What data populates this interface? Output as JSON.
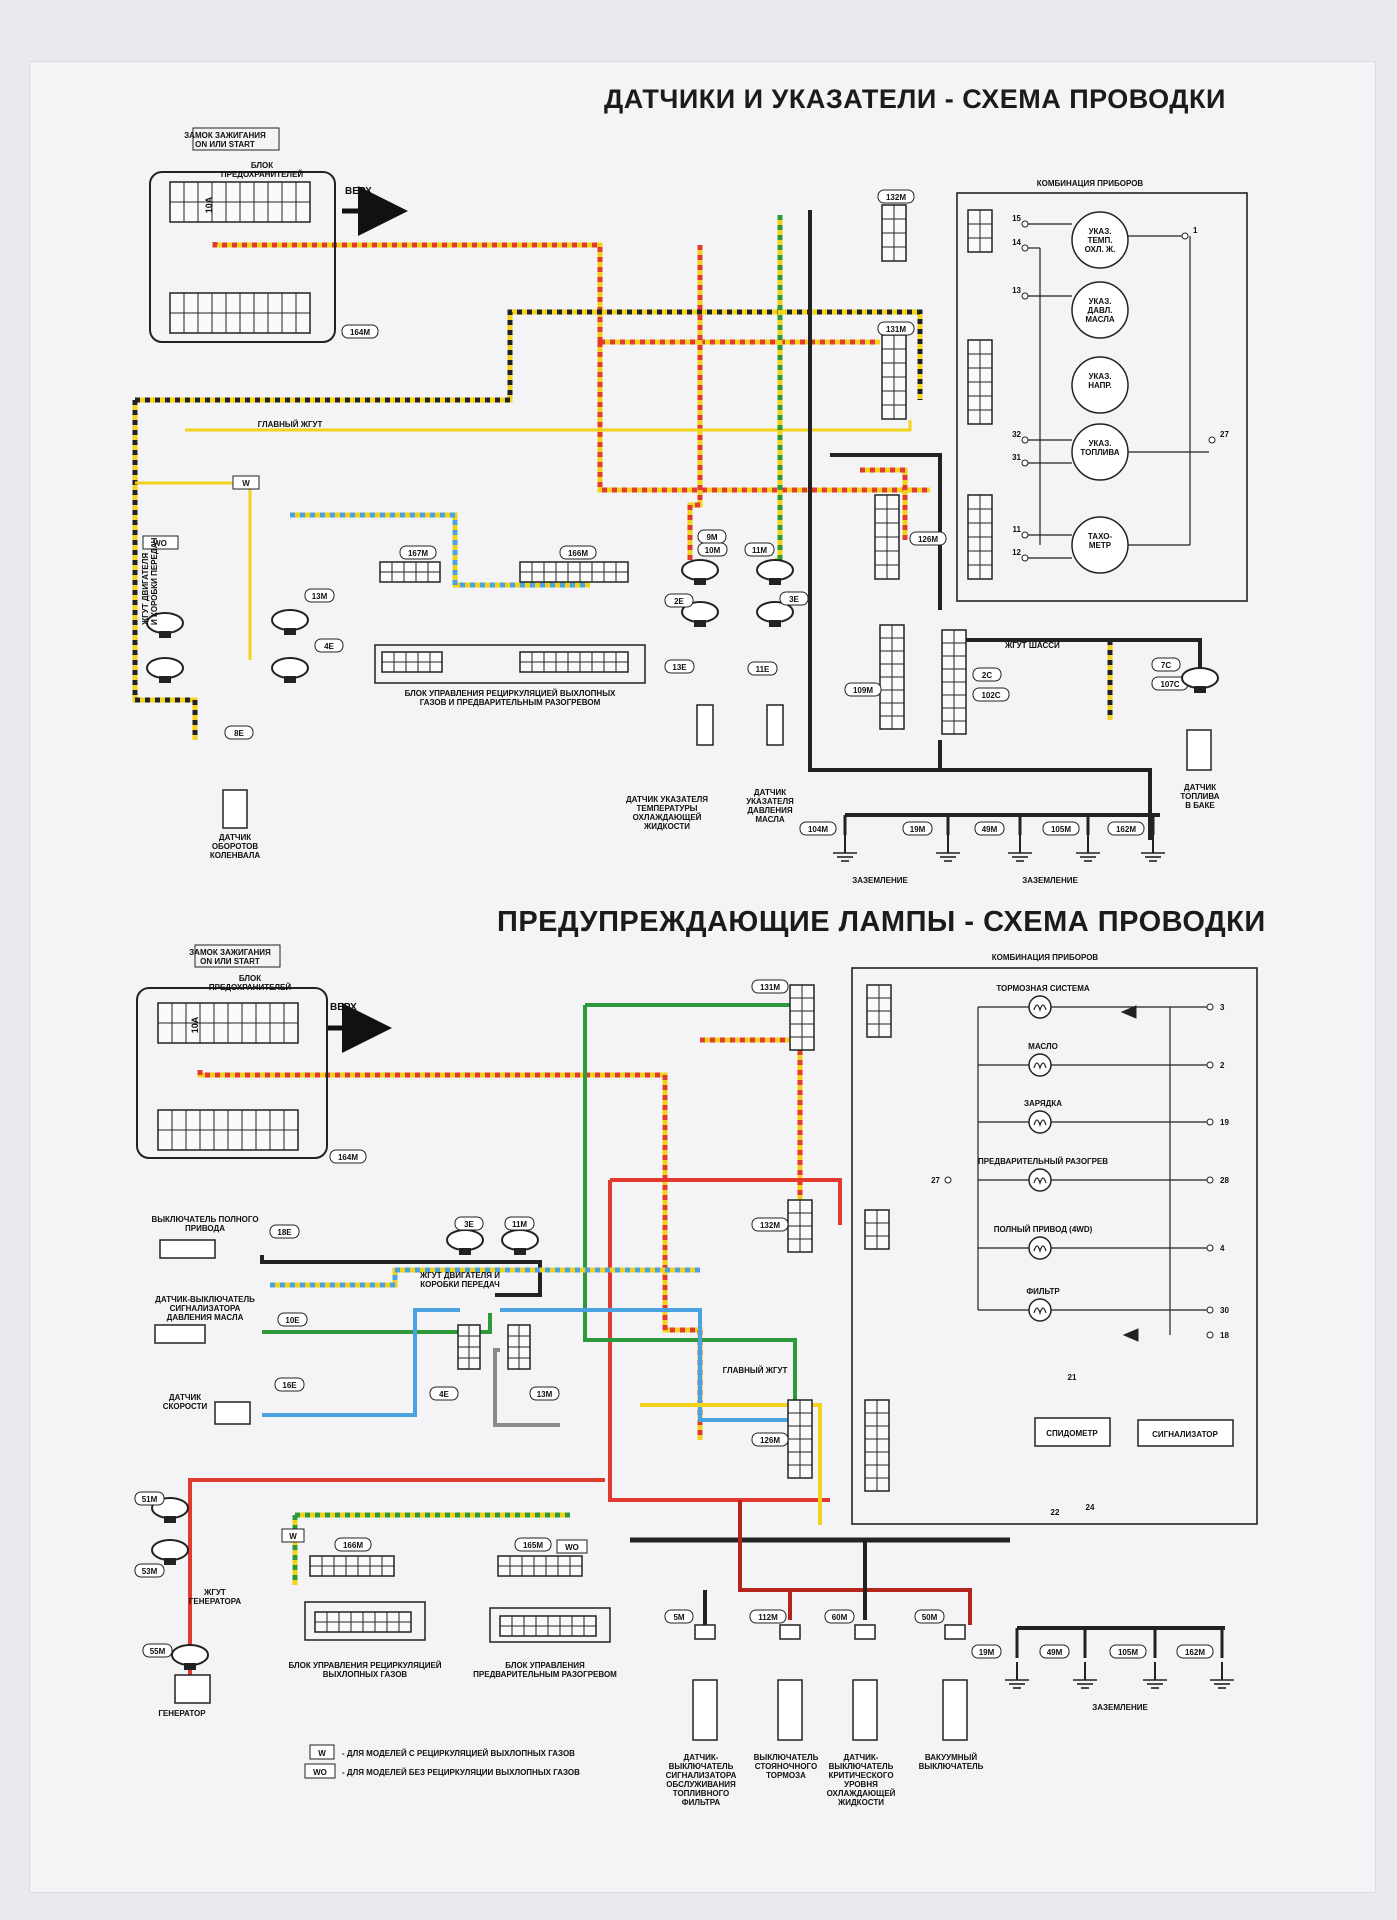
{
  "titles": {
    "gauges": "ДАТЧИКИ И УКАЗАТЕЛИ - СХЕМА ПРОВОДКИ",
    "lamps": "ПРЕДУПРЕЖДАЮЩИЕ ЛАМПЫ - СХЕМА ПРОВОДКИ"
  },
  "gauges": {
    "ignition": "ЗАМОК ЗАЖИГАНИЯ\nON ИЛИ START",
    "fuse_block": "БЛОК\nПРЕДОХРАНИТЕЛЕЙ",
    "fuse": "10А",
    "top": "ВЕРХ",
    "c164": "164M",
    "main_harness": "ГЛАВНЫЙ ЖГУТ",
    "w": "W",
    "wo": "WO",
    "c167": "167M",
    "c166": "166M",
    "c13m": "13M",
    "c4e": "4E",
    "c8e": "8E",
    "engine_harness": "ЖГУТ ДВИГАТЕЛЯ\nИ КОРОБКИ ПЕРЕДАЧ",
    "crank": "ДАТЧИК\nОБОРОТОВ\nКОЛЕНВАЛА",
    "egr_unit": "БЛОК УПРАВЛЕНИЯ РЕЦИРКУЛЯЦИЕЙ ВЫХЛОПНЫХ\nГАЗОВ И ПРЕДВАРИТЕЛЬНЫМ РАЗОГРЕВОМ",
    "c9m": "9M",
    "c10m": "10M",
    "c11m": "11M",
    "c2e": "2E",
    "c3e": "3E",
    "c13e": "13E",
    "c11e": "11E",
    "coolant_sensor": "ДАТЧИК УКАЗАТЕЛЯ\nТЕМПЕРАТУРЫ\nОХЛАЖДАЮЩЕЙ\nЖИДКОСТИ",
    "oil_sensor": "ДАТЧИК\nУКАЗАТЕЛЯ\nДАВЛЕНИЯ\nМАСЛА",
    "c132": "132M",
    "c131": "131M",
    "c126": "126M",
    "c109": "109M",
    "c2c": "2C",
    "c102c": "102C",
    "chassis_harness": "ЖГУТ ШАССИ",
    "c7c": "7C",
    "c107c": "107C",
    "fuel_sensor": "ДАТЧИК\nТОПЛИВА\nВ БАКЕ",
    "cluster": "КОМБИНАЦИЯ ПРИБОРОВ",
    "g_temp": "УКАЗ.\nТЕМП.\nОХЛ. Ж.",
    "g_oil": "УКАЗ.\nДАВЛ.\nМАСЛА",
    "g_volt": "УКАЗ.\nНАПР.",
    "g_fuel": "УКАЗ.\nТОПЛИВА",
    "g_tach": "ТАХО-\nМЕТР",
    "pins": [
      "15",
      "14",
      "1",
      "13",
      "32",
      "31",
      "27",
      "11",
      "12"
    ],
    "grounds": [
      "104M",
      "19M",
      "49M",
      "105M",
      "162M"
    ],
    "ground": "ЗАЗЕМЛЕНИЕ"
  },
  "lamps": {
    "ignition": "ЗАМОК ЗАЖИГАНИЯ\nON ИЛИ START",
    "fuse_block": "БЛОК\nПРЕДОХРАНИТЕЛЕЙ",
    "fuse": "10А",
    "top": "ВЕРХ",
    "c164": "164M",
    "cluster": "КОМБИНАЦИЯ ПРИБОРОВ",
    "brake": "ТОРМОЗНАЯ СИСТЕМА",
    "oil": "МАСЛО",
    "charge": "ЗАРЯДКА",
    "preheat": "ПРЕДВАРИТЕЛЬНЫЙ РАЗОГРЕВ",
    "awd": "ПОЛНЫЙ ПРИВОД (4WD)",
    "filter": "ФИЛЬТР",
    "pins": [
      "3",
      "2",
      "19",
      "27",
      "28",
      "4",
      "30",
      "18"
    ],
    "speedo": "СПИДОМЕТР",
    "buzzer": "СИГНАЛИЗАТОР",
    "speedo_pins": [
      "21",
      "22",
      "24"
    ],
    "c131": "131M",
    "c132": "132M",
    "c126": "126M",
    "main_harness": "ГЛАВНЫЙ ЖГУТ",
    "awd_switch": "ВЫКЛЮЧАТЕЛЬ ПОЛНОГО\nПРИВОДА",
    "c18e": "18E",
    "c3e": "3E",
    "c11m": "11M",
    "engine_harness": "ЖГУТ ДВИГАТЕЛЯ И\nКОРОБКИ ПЕРЕДАЧ",
    "oil_switch": "ДАТЧИК-ВЫКЛЮЧАТЕЛЬ\nСИГНАЛИЗАТОРА\nДАВЛЕНИЯ МАСЛА",
    "c10e": "10E",
    "speed_sensor": "ДАТЧИК\nСКОРОСТИ",
    "c16e": "16E",
    "c4e": "4E",
    "c13m": "13M",
    "c51m": "51M",
    "c53m": "53M",
    "c55m": "55M",
    "gen_harness": "ЖГУТ\nГЕНЕРАТОРА",
    "generator": "ГЕНЕРАТОР",
    "c166": "166M",
    "c165": "165M",
    "w": "W",
    "wo": "WO",
    "egr_unit": "БЛОК УПРАВЛЕНИЯ РЕЦИРКУЛЯЦИЕЙ\nВЫХЛОПНЫХ ГАЗОВ",
    "glow_unit": "БЛОК УПРАВЛЕНИЯ\nПРЕДВАРИТЕЛЬНЫМ РАЗОГРЕВОМ",
    "c5m": "5M",
    "c112m": "112M",
    "c60m": "60M",
    "c50m": "50M",
    "fuel_filter": "ДАТЧИК-\nВЫКЛЮЧАТЕЛЬ\nСИГНАЛИЗАТОРА\nОБСЛУЖИВАНИЯ\nТОПЛИВНОГО\nФИЛЬТРА",
    "park_brake": "ВЫКЛЮЧАТЕЛЬ\nСТОЯНОЧНОГО\nТОРМОЗА",
    "coolant_level": "ДАТЧИК-\nВЫКЛЮЧАТЕЛЬ\nКРИТИЧЕСКОГО\nУРОВНЯ\nОХЛАЖДАЮЩЕЙ\nЖИДКОСТИ",
    "vacuum": "ВАКУУМНЫЙ\nВЫКЛЮЧАТЕЛЬ",
    "grounds": [
      "19M",
      "49M",
      "105M",
      "162M"
    ],
    "ground": "ЗАЗЕМЛЕНИЕ",
    "legend_w": "- ДЛЯ МОДЕЛЕЙ С РЕЦИРКУЛЯЦИЕЙ ВЫХЛОПНЫХ ГАЗОВ",
    "legend_wo": "- ДЛЯ МОДЕЛЕЙ БЕЗ РЕЦИРКУЛЯЦИИ ВЫХЛОПНЫХ ГАЗОВ"
  },
  "colors": {
    "yellow": "#f2d21a",
    "red": "#e23a2e",
    "green": "#2f9a3a",
    "blue": "#4aa3e0",
    "black": "#222222",
    "gray": "#8a8a8a",
    "dark_red": "#b5241c"
  }
}
